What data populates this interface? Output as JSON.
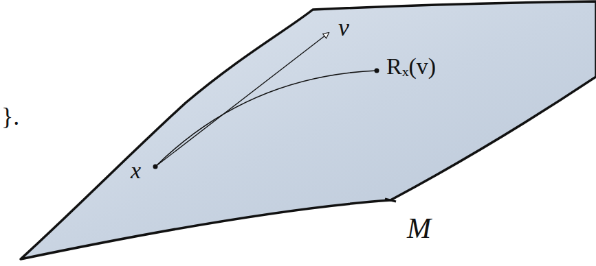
{
  "diagram": {
    "labels": [
      "}.",
      "v",
      "Rₓ(v)",
      "x",
      "M"
    ]
  }
}
